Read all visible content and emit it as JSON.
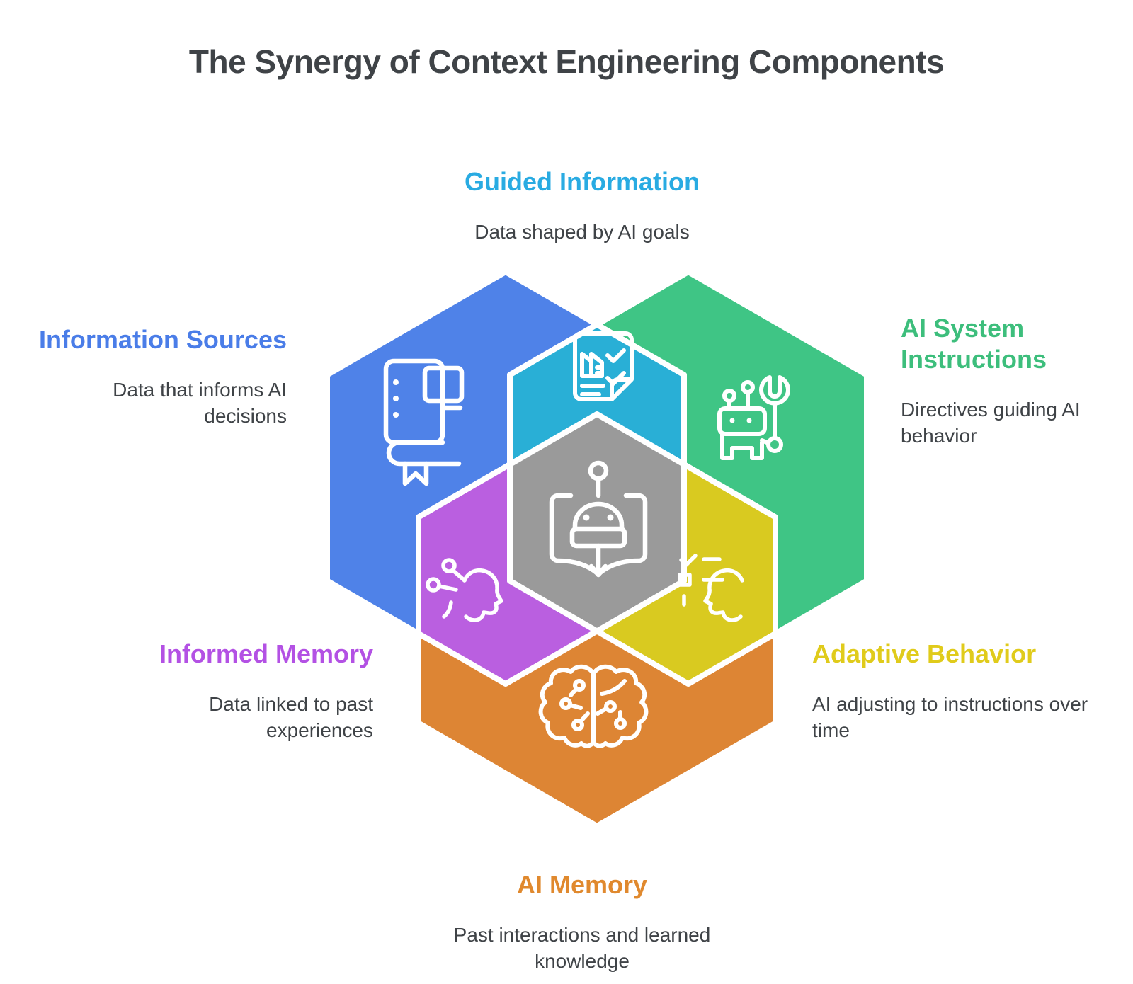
{
  "title": "The Synergy of Context Engineering Components",
  "colors": {
    "blue": "#4F82E8",
    "green": "#3FC585",
    "cyan": "#29AFD6",
    "purple": "#BA5FE0",
    "yellow": "#D9CA20",
    "orange": "#DD8534",
    "gray": "#9A9A9A",
    "divider_stroke": "#FFFFFF"
  },
  "labels": {
    "guided": {
      "title": "Guided Information",
      "desc": "Data shaped by AI goals",
      "color": "#29ABE2",
      "icon": "document-checklist-icon"
    },
    "sources": {
      "title": "Information Sources",
      "desc": "Data that informs AI decisions",
      "color": "#4A7DE8",
      "icon": "book-icon"
    },
    "instructions": {
      "title": "AI System Instructions",
      "desc": "Directives guiding AI behavior",
      "color": "#3DBE7C",
      "icon": "robot-wrench-icon"
    },
    "informed": {
      "title": "Informed Memory",
      "desc": "Data linked to past experiences",
      "color": "#B351E4",
      "icon": "head-circuit-icon"
    },
    "adaptive": {
      "title": "Adaptive Behavior",
      "desc": "AI adjusting to instructions over time",
      "color": "#E0CB1B",
      "icon": "head-checklist-icon"
    },
    "memory": {
      "title": "AI Memory",
      "desc": "Past interactions and learned knowledge",
      "color": "#E0892E",
      "icon": "brain-circuit-icon"
    },
    "center": {
      "icon": "robot-book-icon",
      "color": "#9A9A9A"
    }
  }
}
